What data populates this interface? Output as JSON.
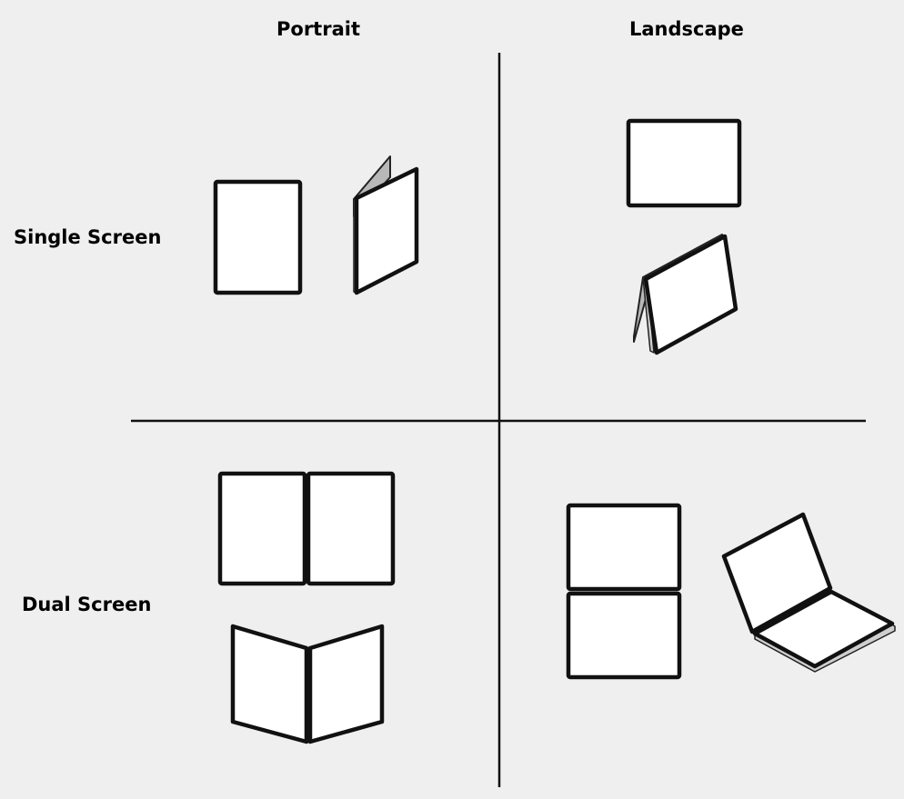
{
  "columns": {
    "portrait": "Portrait",
    "landscape": "Landscape"
  },
  "rows": {
    "single": "Single Screen",
    "dual": "Dual Screen"
  },
  "colors": {
    "background": "#efefef",
    "screen_fill": "#ffffff",
    "outline": "#111111",
    "device_back": "#b8b8b8"
  }
}
